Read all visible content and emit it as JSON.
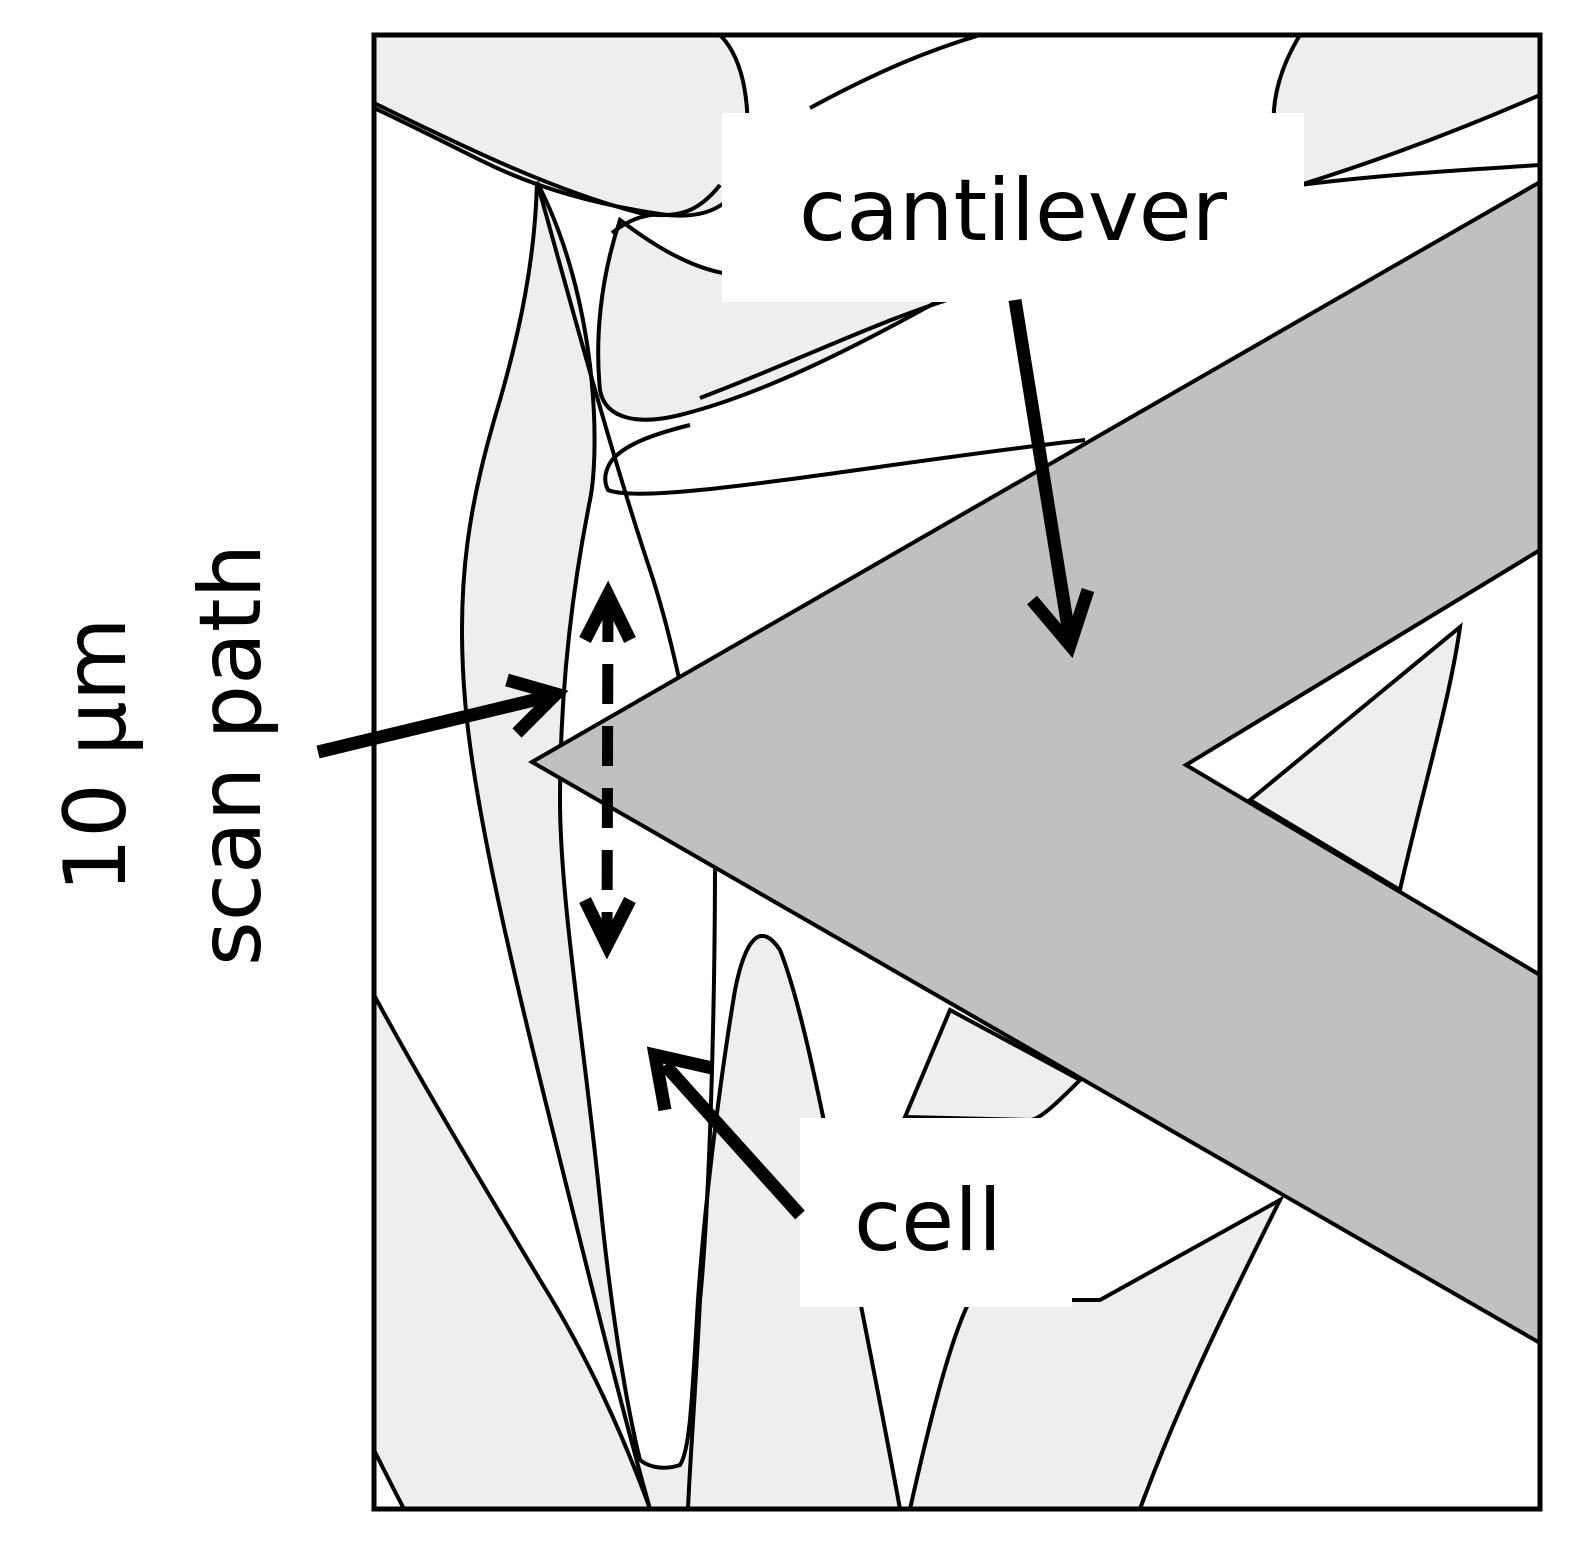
{
  "labels": {
    "cantilever": "cantilever",
    "cell": "cell",
    "scan_line1": "10 μm",
    "scan_line2": "scan path"
  },
  "colors": {
    "cantilever_fill": "#c0c0c0",
    "cell_fill": "#eeeeee",
    "background": "#ffffff",
    "stroke": "#000000"
  }
}
